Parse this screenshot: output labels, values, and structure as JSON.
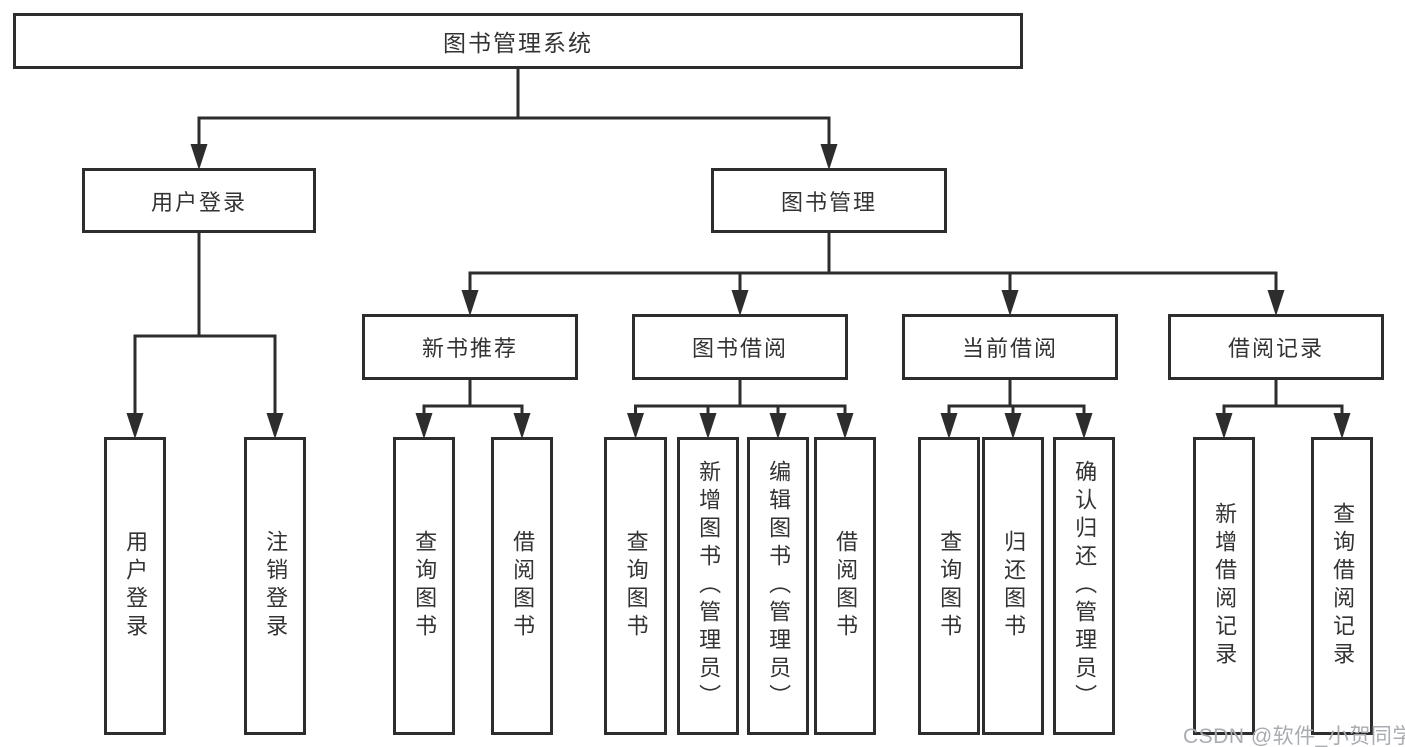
{
  "diagram": {
    "type": "hierarchy-tree",
    "root_id": "root",
    "nodes": {
      "root": {
        "label": "图书管理系统",
        "children": [
          "login",
          "book_mgmt"
        ]
      },
      "login": {
        "label": "用户登录",
        "children": [
          "user_login",
          "logout"
        ]
      },
      "book_mgmt": {
        "label": "图书管理",
        "children": [
          "new_book_rec",
          "book_borrow",
          "current_borrow",
          "borrow_records"
        ]
      },
      "new_book_rec": {
        "label": "新书推荐",
        "children": [
          "nb_query",
          "nb_borrow"
        ]
      },
      "book_borrow": {
        "label": "图书借阅",
        "children": [
          "bb_query",
          "bb_add",
          "bb_edit",
          "bb_borrow"
        ]
      },
      "current_borrow": {
        "label": "当前借阅",
        "children": [
          "cb_query",
          "cb_return",
          "cb_confirm"
        ]
      },
      "borrow_records": {
        "label": "借阅记录",
        "children": [
          "br_add",
          "br_query"
        ]
      },
      "user_login": {
        "label": "用户登录"
      },
      "logout": {
        "label": "注销登录"
      },
      "nb_query": {
        "label": "查询图书"
      },
      "nb_borrow": {
        "label": "借阅图书"
      },
      "bb_query": {
        "label": "查询图书"
      },
      "bb_add": {
        "label": "新增图书（管理员）"
      },
      "bb_edit": {
        "label": "编辑图书（管理员）"
      },
      "bb_borrow": {
        "label": "借阅图书"
      },
      "cb_query": {
        "label": "查询图书"
      },
      "cb_return": {
        "label": "归还图书"
      },
      "cb_confirm": {
        "label": "确认归还（管理员）"
      },
      "br_add": {
        "label": "新增借阅记录"
      },
      "br_query": {
        "label": "查询借阅记录"
      }
    }
  },
  "watermark": {
    "text": "CSDN @软件_小贺同学"
  },
  "colors": {
    "line": "#2d2d2d",
    "box_border": "#2d2d2d",
    "text": "#333333",
    "box_background": "#ffffff",
    "page_background": "#ffffff",
    "watermark": "#a9adb1"
  }
}
